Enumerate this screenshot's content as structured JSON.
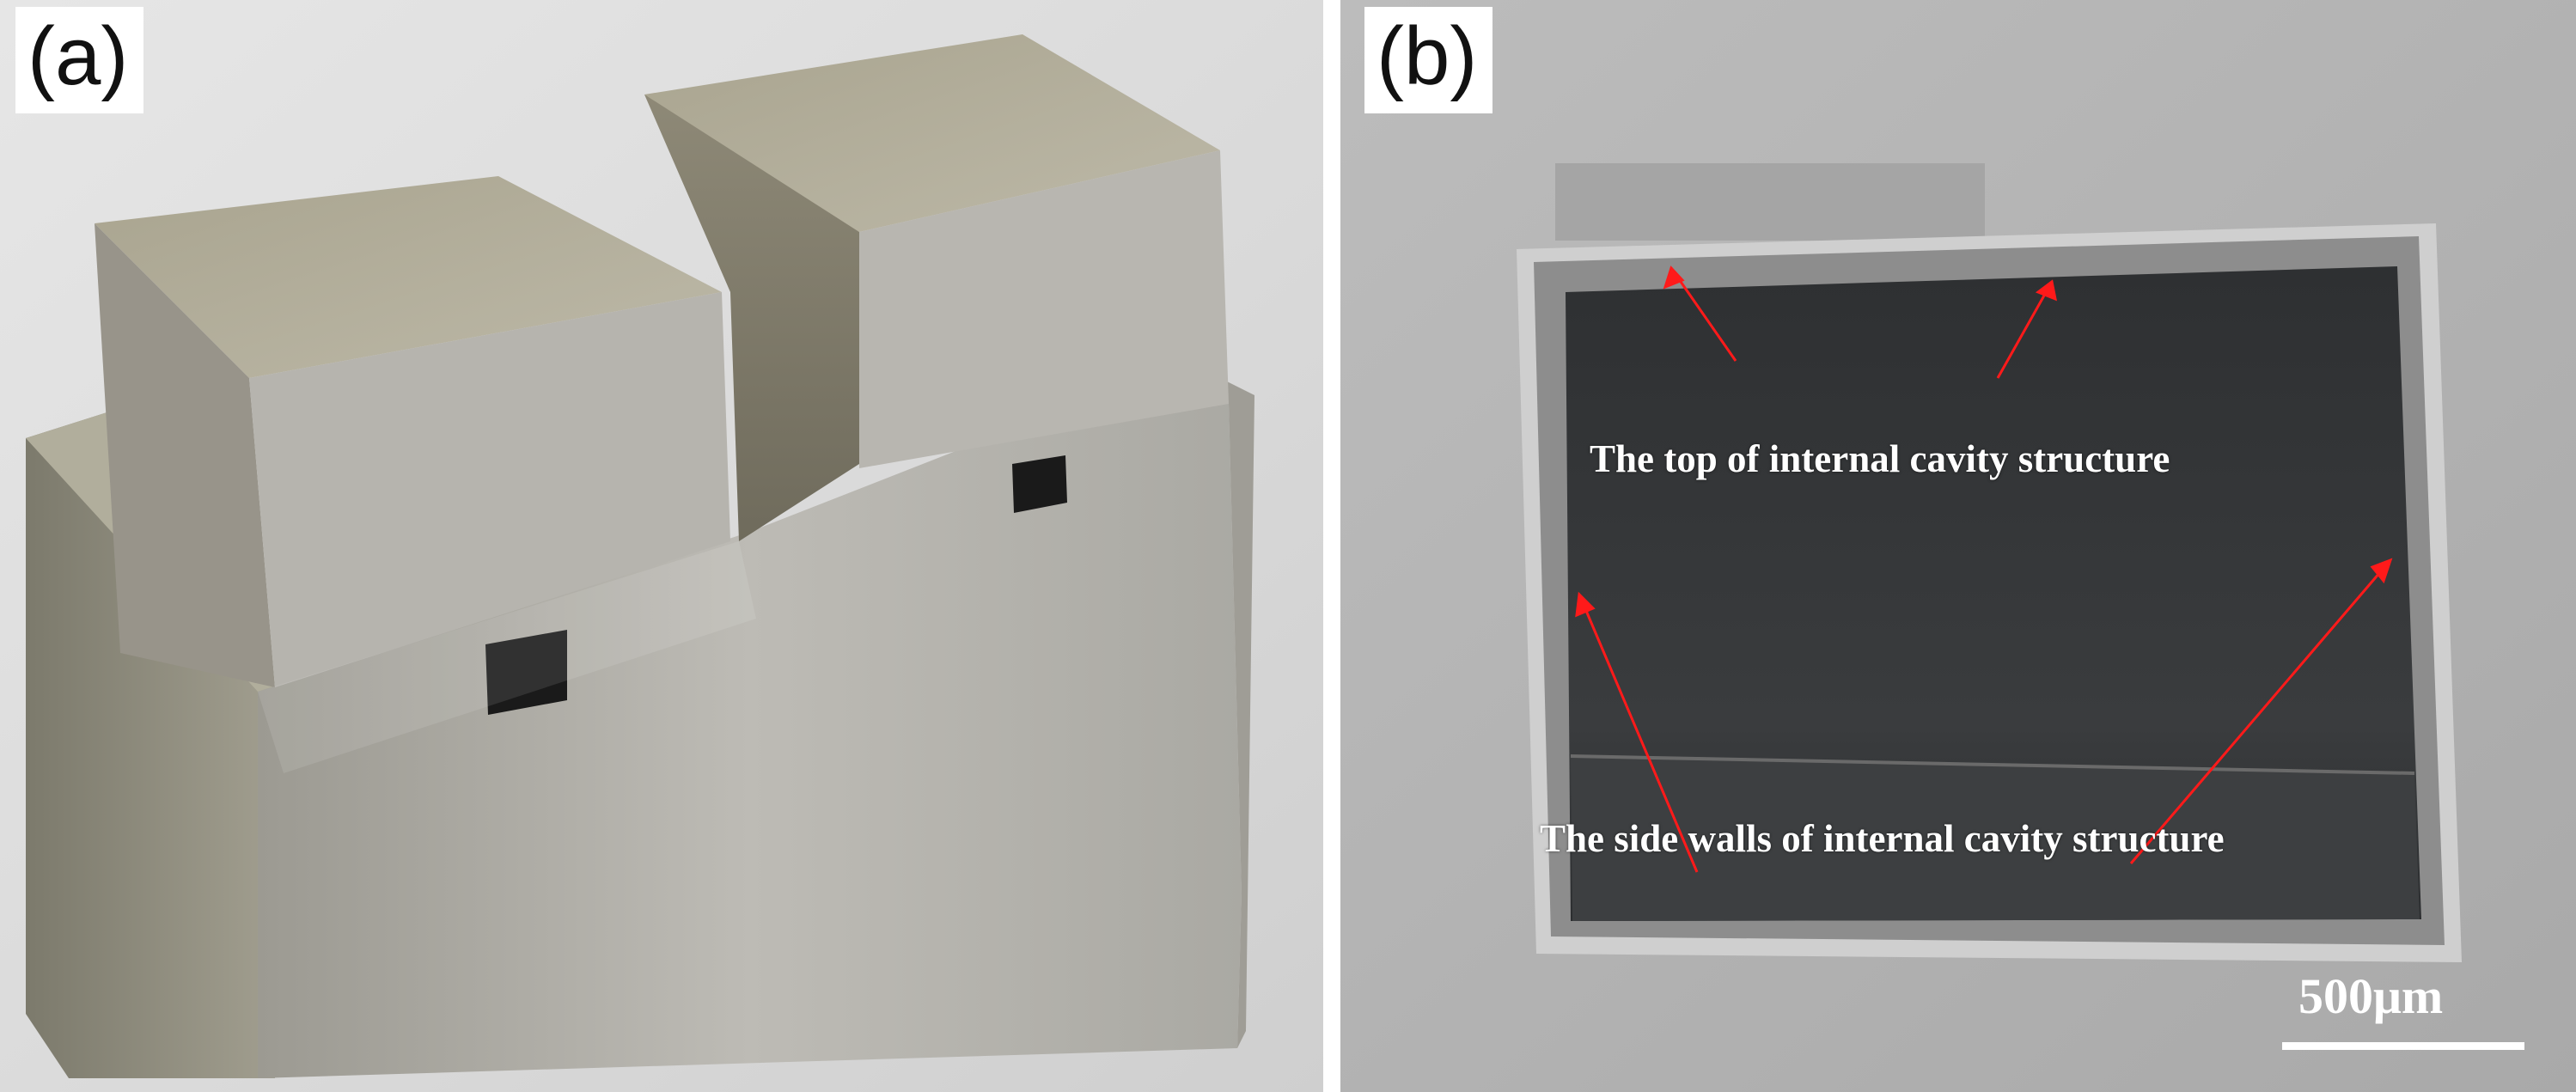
{
  "panels": {
    "a": {
      "label": "(a)",
      "background_color": "#dcdcdc",
      "object_color": "#a9a59e"
    },
    "b": {
      "label": "(b)",
      "background_color": "#b3b3b3",
      "cavity_color": "#343638",
      "arrow_color": "#ff1a1a",
      "annotations": {
        "top": "The top of internal cavity structure",
        "side": "The side walls of internal cavity structure"
      },
      "scale_bar": {
        "label": "500μm",
        "color": "#ffffff"
      }
    }
  }
}
